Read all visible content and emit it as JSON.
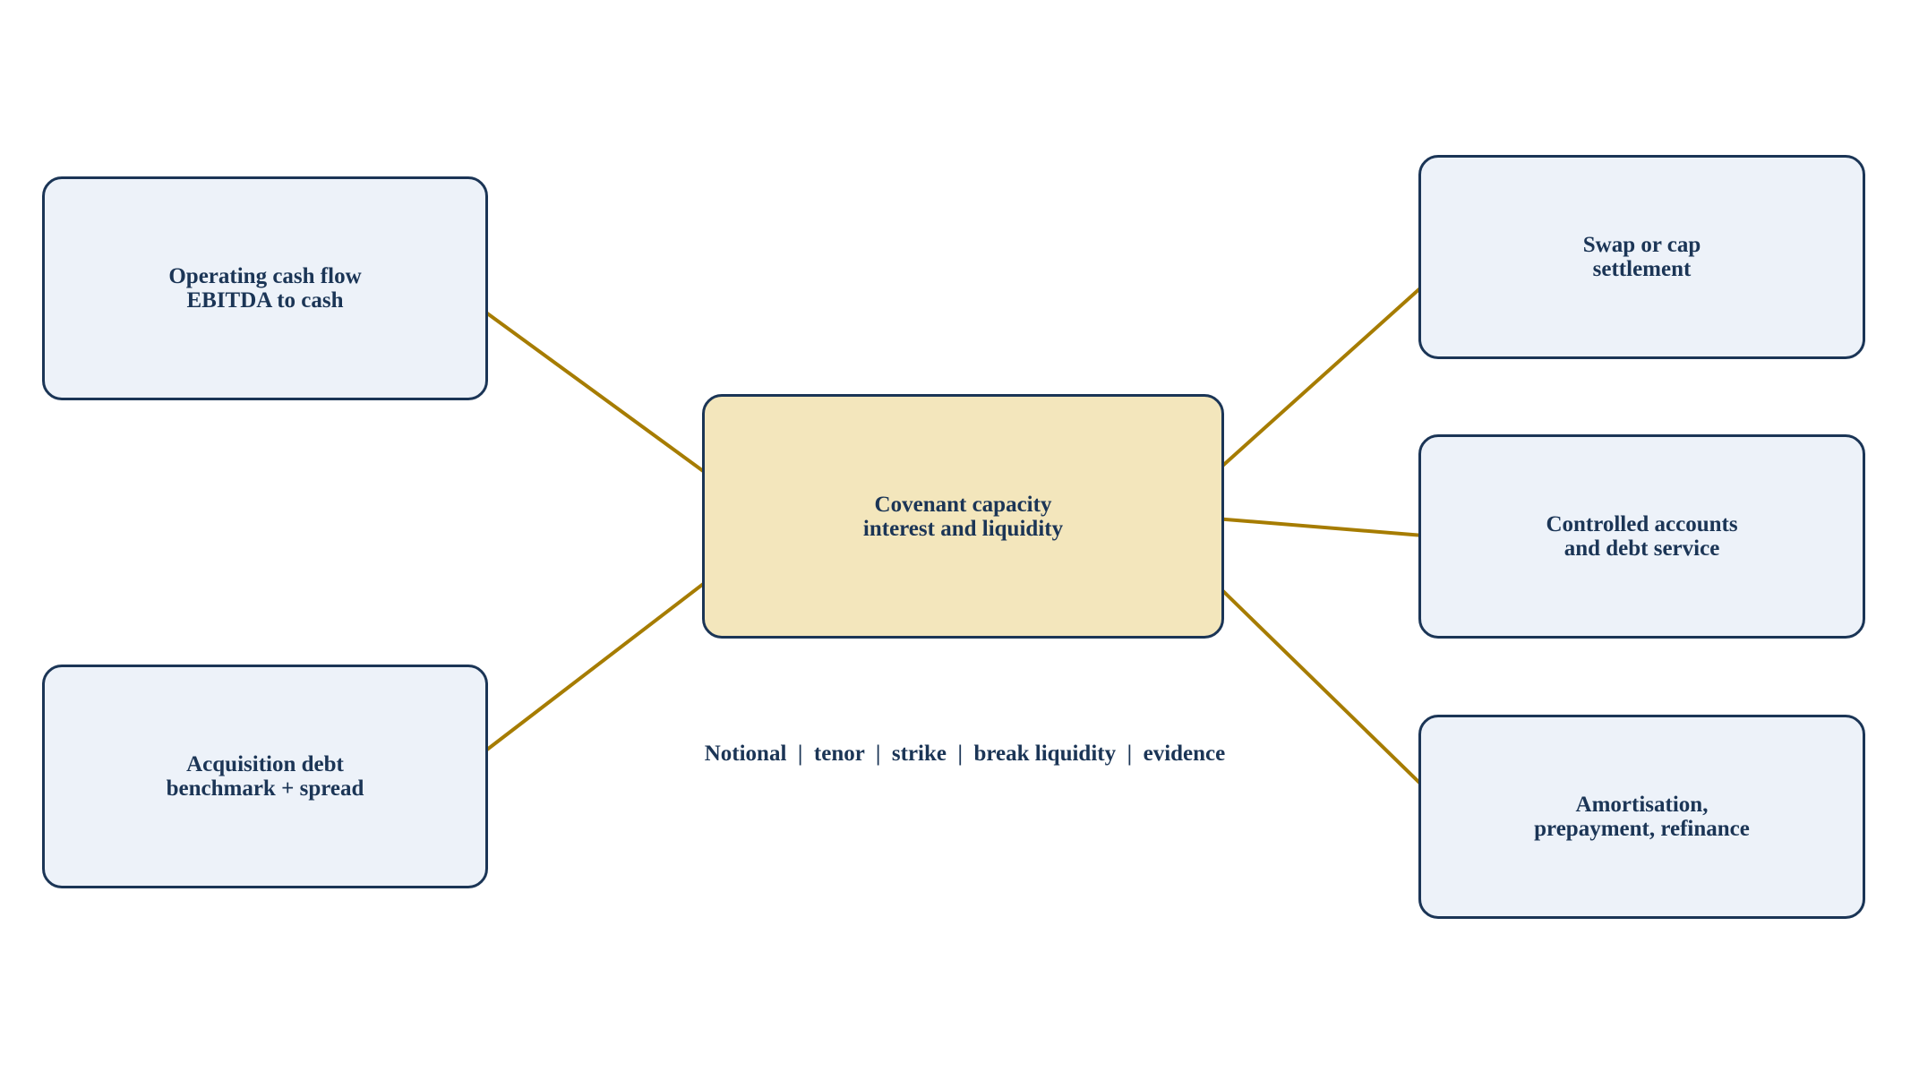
{
  "colors": {
    "node_border": "#1b3556",
    "node_fill": "#edf2f9",
    "center_fill": "#f3e6bc",
    "arrow": "#a67c00",
    "text": "#1b3556"
  },
  "nodes": {
    "operating_cash_flow": {
      "line1": "Operating cash flow",
      "line2": "EBITDA to cash"
    },
    "acquisition_debt": {
      "line1": "Acquisition debt",
      "line2": "benchmark + spread"
    },
    "covenant_capacity": {
      "line1": "Covenant capacity",
      "line2": "interest and liquidity"
    },
    "swap_or_cap": {
      "line1": "Swap or cap",
      "line2": "settlement"
    },
    "controlled_accounts": {
      "line1": "Controlled accounts",
      "line2": "and debt service"
    },
    "amortisation": {
      "line1": "Amortisation,",
      "line2": "prepayment, refinance"
    }
  },
  "caption": "Notional  |  tenor  |  strike  |  break liquidity  |  evidence"
}
